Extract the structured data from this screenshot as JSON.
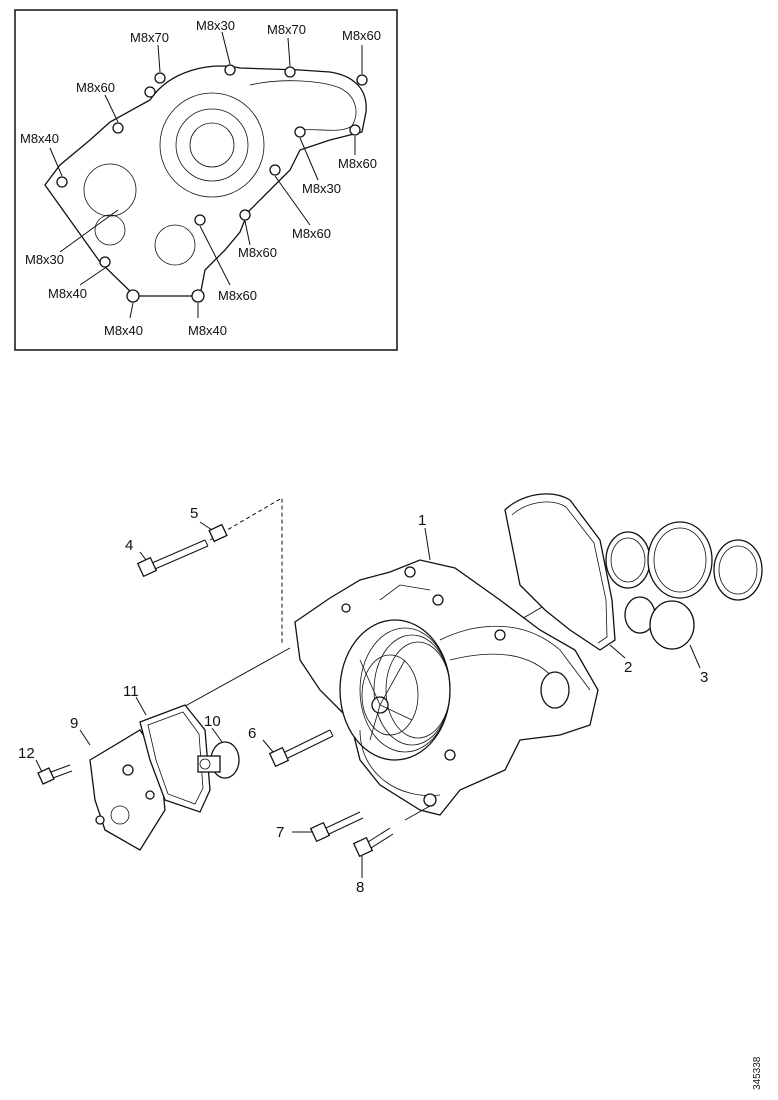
{
  "inset": {
    "bolt_labels": [
      "M8x70",
      "M8x30",
      "M8x70",
      "M8x60",
      "M8x60",
      "M8x40",
      "M8x60",
      "M8x30",
      "M8x60",
      "M8x30",
      "M8x60",
      "M8x40",
      "M8x60",
      "M8x40",
      "M8x40"
    ]
  },
  "exploded": {
    "part_numbers": [
      "1",
      "2",
      "3",
      "4",
      "5",
      "6",
      "7",
      "8",
      "9",
      "10",
      "11",
      "12"
    ]
  },
  "drawing_id": "345338"
}
